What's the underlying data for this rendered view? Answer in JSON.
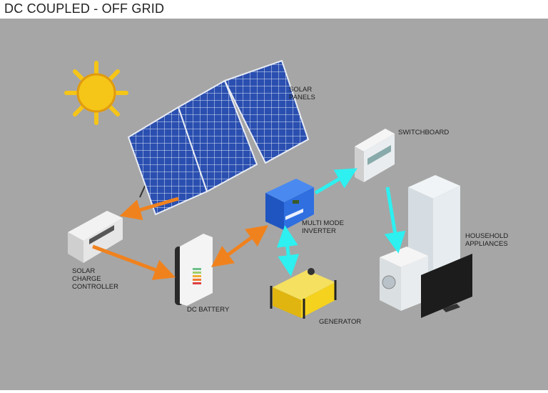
{
  "title": "DC COUPLED - OFF GRID",
  "colors": {
    "background": "#a6a6a6",
    "dc_flow": "#f0821e",
    "ac_flow": "#2ef0f0",
    "panel": "#2a4fb0",
    "inverter": "#2f6fe0",
    "generator": "#f5d21e",
    "sun": "#f5c518"
  },
  "labels": {
    "solar_panels": "SOLAR\nPANELS",
    "switchboard": "SWITCHBOARD",
    "inverter": "MULTI MODE\nINVERTER",
    "appliances": "HOUSEHOLD\nAPPLIANCES",
    "charge_controller": "SOLAR\nCHARGE\nCONTROLLER",
    "battery": "DC BATTERY",
    "generator": "GENERATOR"
  }
}
